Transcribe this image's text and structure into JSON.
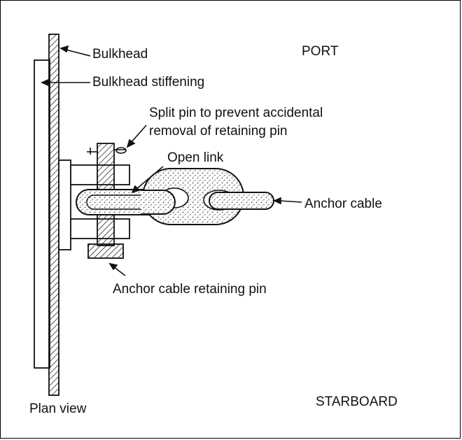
{
  "labels": {
    "bulkhead": "Bulkhead",
    "stiffening": "Bulkhead stiffening",
    "port": "PORT",
    "split_pin_line1": "Split pin to prevent accidental",
    "split_pin_line2": "removal of retaining pin",
    "open_link": "Open link",
    "anchor_cable": "Anchor cable",
    "retaining_pin": "Anchor cable retaining pin",
    "plan_view": "Plan view",
    "starboard": "STARBOARD"
  },
  "colors": {
    "line": "#111111",
    "stipple": "#555555",
    "background": "#ffffff"
  }
}
